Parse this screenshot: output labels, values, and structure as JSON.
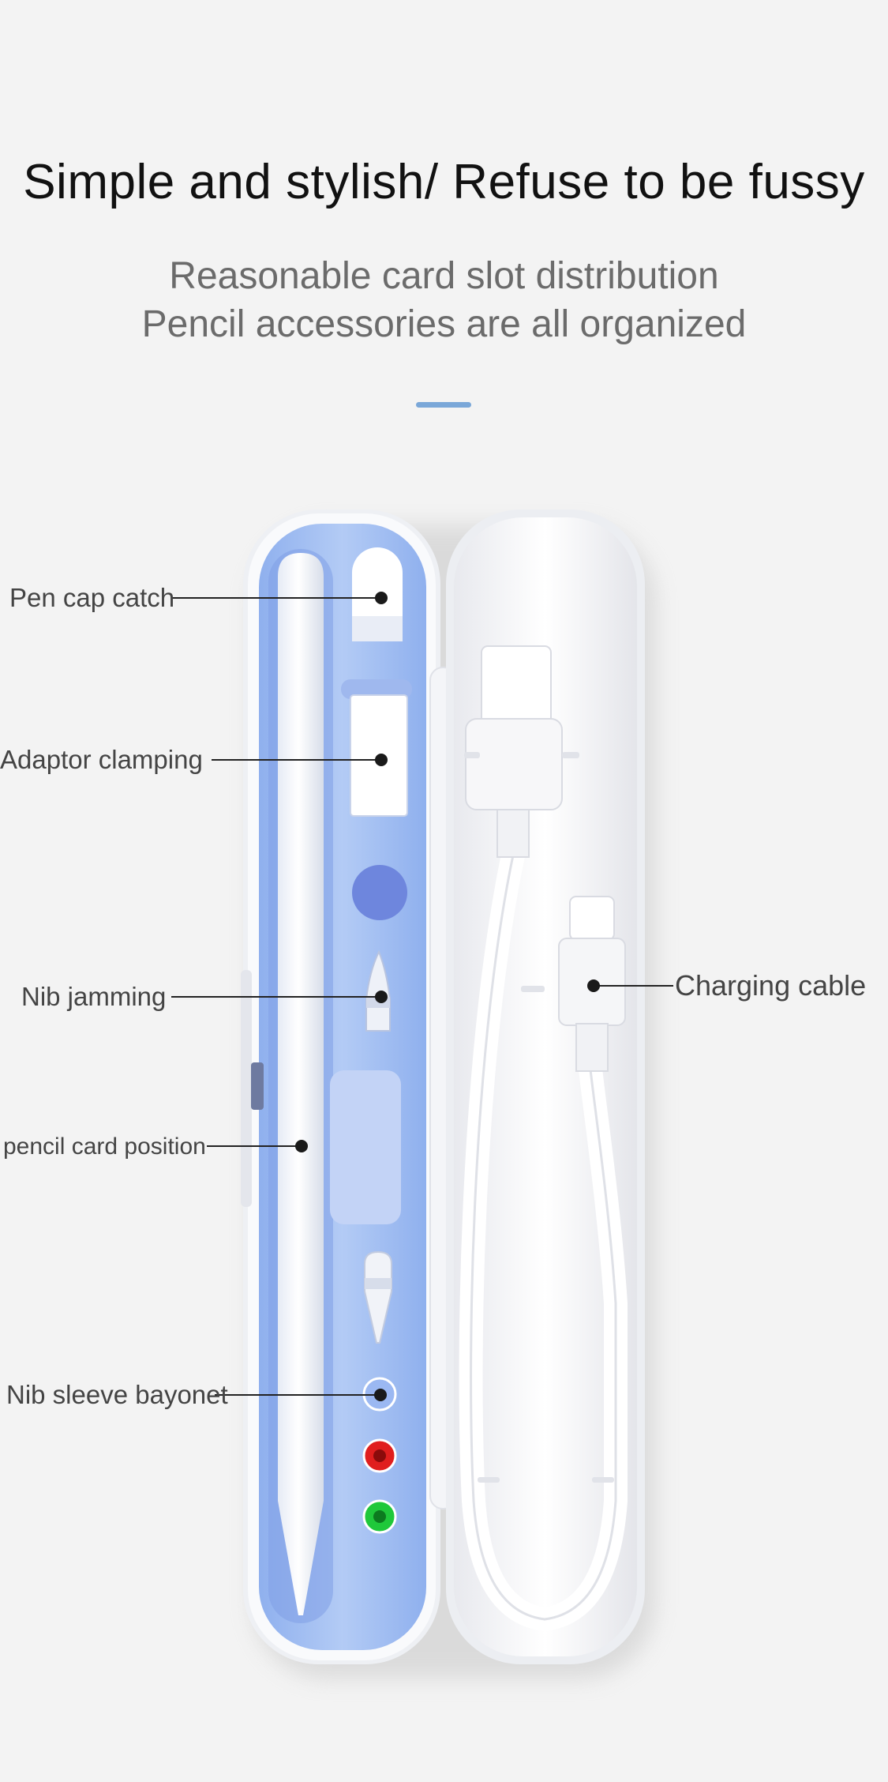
{
  "headline": "Simple and stylish/ Refuse to be fussy",
  "subheadline": {
    "line1": "Reasonable card slot distribution",
    "line2": "Pencil accessories are all organized"
  },
  "colors": {
    "accent": "#7aa7d8",
    "tray_blue": "#a9c4f2",
    "case_white": "#f7f7f9",
    "dot_red": "#e01e1e",
    "dot_green": "#1fc83a",
    "dot_blue": "#9bb8f2"
  },
  "callouts": {
    "pen_cap_catch": "Pen cap catch",
    "adaptor_clamping": "Adaptor clamping",
    "nib_jamming": "Nib jamming",
    "pencil_card_position": "pencil card position",
    "nib_sleeve_bayonet": "Nib sleeve bayonet",
    "charging_cable": "Charging cable"
  }
}
